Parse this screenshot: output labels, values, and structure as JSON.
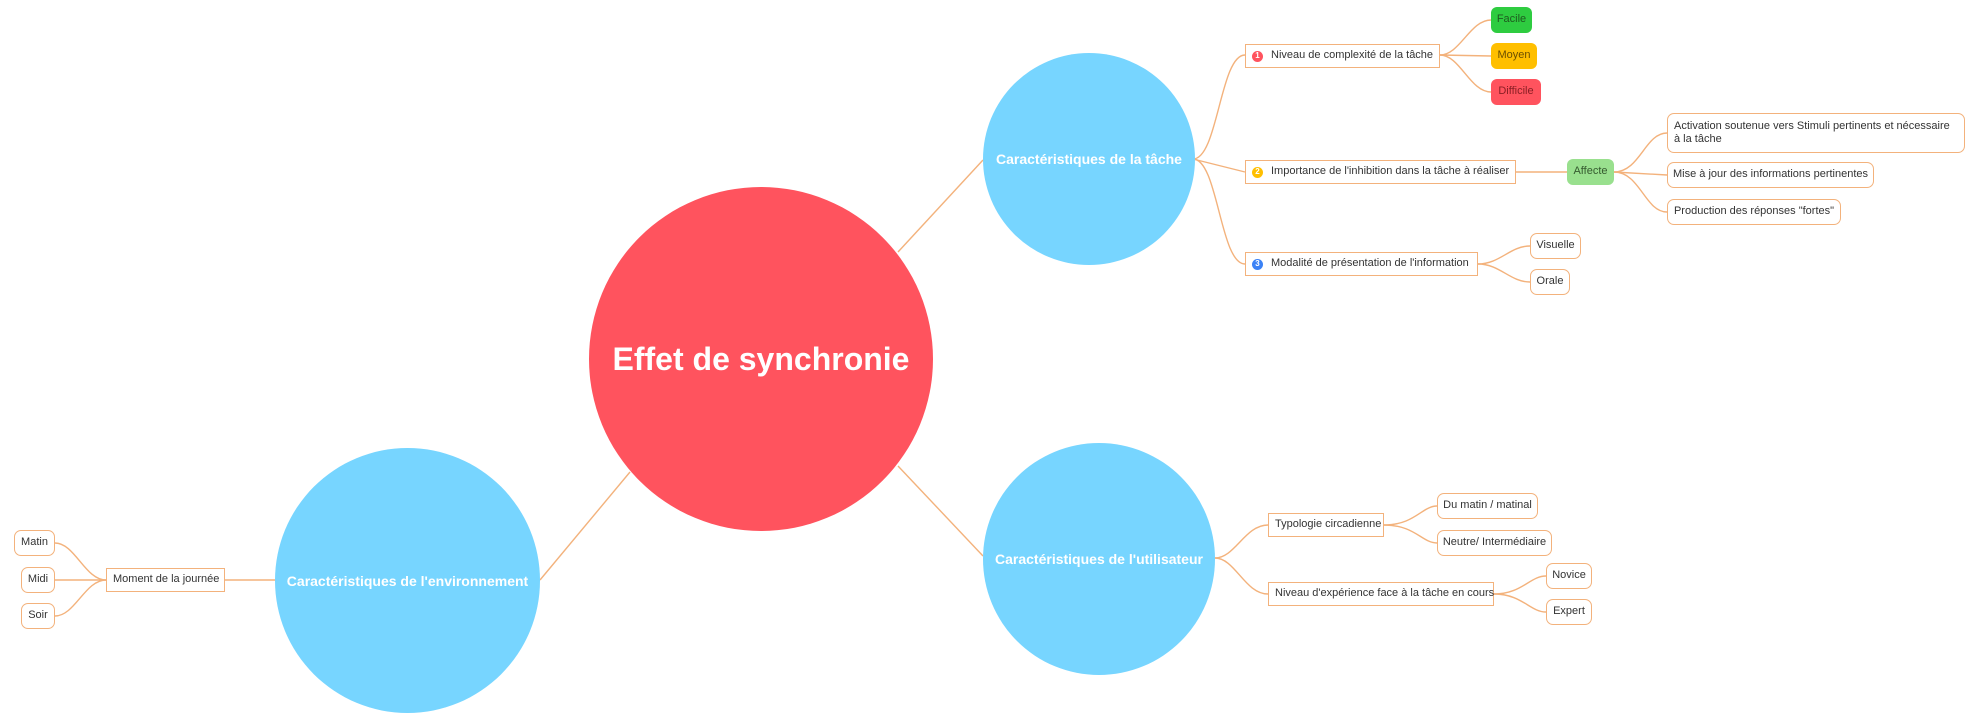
{
  "colors": {
    "central": "#ff535e",
    "branch": "#77d5ff",
    "link": "#f3b27c",
    "easy": "#2ecc40",
    "medium": "#ffbf00",
    "hard": "#ff535e",
    "affecte": "#99e08e"
  },
  "central": "Effet de synchronie",
  "task": {
    "title": "Caractéristiques de la tâche",
    "complexity": {
      "marker": "1",
      "label": "Niveau de complexité de la tâche",
      "levels": [
        "Facile",
        "Moyen",
        "Difficile"
      ]
    },
    "inhibition": {
      "marker": "2",
      "label": "Importance de l'inhibition dans la tâche à réaliser",
      "affecte": "Affecte",
      "effects": [
        "Activation soutenue vers Stimuli pertinents et nécessaire à la tâche",
        "Mise à jour des informations pertinentes",
        "Production des réponses \"fortes\""
      ]
    },
    "modality": {
      "marker": "3",
      "label": "Modalité de présentation de l'information",
      "options": [
        "Visuelle",
        "Orale"
      ]
    }
  },
  "user": {
    "title": "Caractéristiques de l'utilisateur",
    "typology": {
      "label": "Typologie circadienne",
      "options": [
        "Du matin / matinal",
        "Neutre/ Intermédiaire"
      ]
    },
    "experience": {
      "label": "Niveau d'expérience face à la tâche en cours",
      "options": [
        "Novice",
        "Expert"
      ]
    }
  },
  "environment": {
    "title": "Caractéristiques de l'environnement",
    "moment": {
      "label": "Moment de la journée",
      "options": [
        "Matin",
        "Midi",
        "Soir"
      ]
    }
  }
}
